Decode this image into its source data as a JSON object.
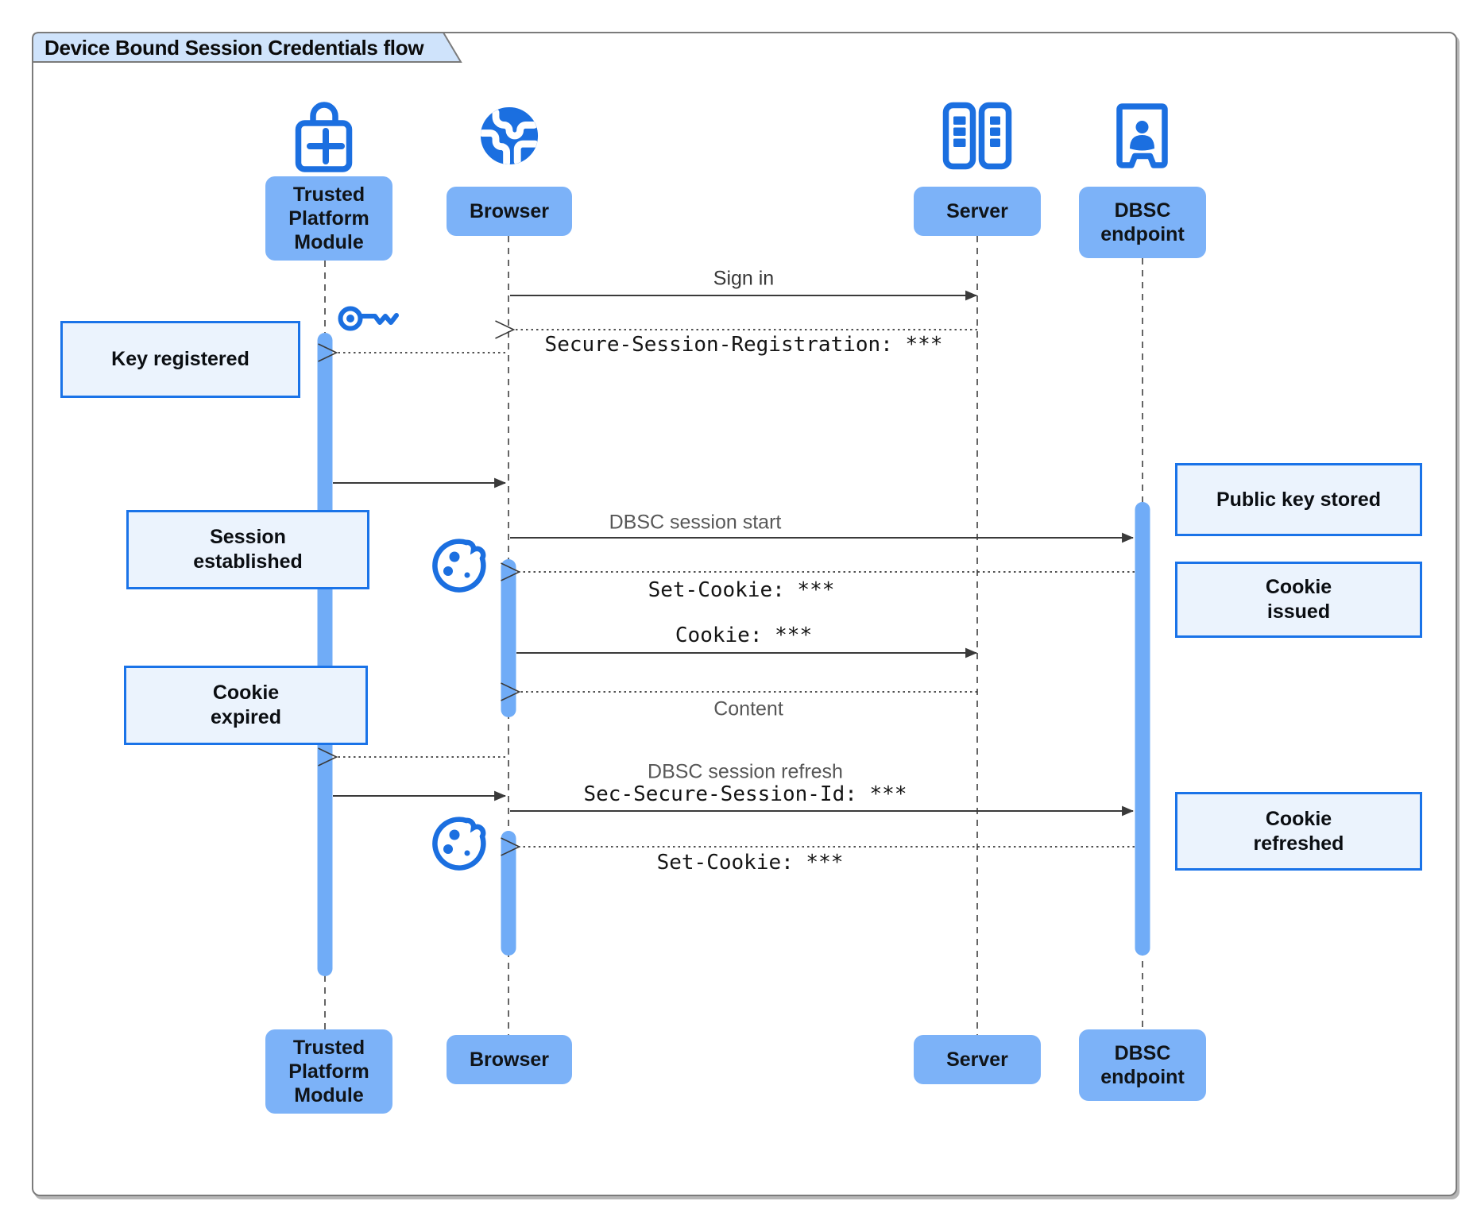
{
  "title": "Device Bound Session Credentials flow",
  "participants": {
    "tpm": {
      "label": "Trusted\nPlatform\nModule",
      "icon": "lock-plus-icon"
    },
    "browser": {
      "label": "Browser",
      "icon": "globe-icon"
    },
    "server": {
      "label": "Server",
      "icon": "server-racks-icon"
    },
    "dbsc": {
      "label": "DBSC\nendpoint",
      "icon": "person-booth-icon"
    }
  },
  "messages": {
    "sign_in": "Sign in",
    "secure_session_registration": "Secure-Session-Registration: ***",
    "dbsc_session_start": "DBSC session start",
    "set_cookie_1": "Set-Cookie: ***",
    "cookie": "Cookie: ***",
    "content": "Content",
    "dbsc_session_refresh": "DBSC session refresh",
    "sec_secure_session_id": "Sec-Secure-Session-Id: ***",
    "set_cookie_2": "Set-Cookie: ***"
  },
  "notes": {
    "key_registered": "Key registered",
    "session_established": "Session\nestablished",
    "cookie_expired": "Cookie\nexpired",
    "public_key_stored": "Public key stored",
    "cookie_issued": "Cookie\nissued",
    "cookie_refreshed": "Cookie\nrefreshed"
  },
  "colors": {
    "accent": "#1A73E8",
    "icon_blue": "#1B6FE0",
    "participant_fill": "#7CB2F8",
    "activation_fill": "#70ACF7",
    "note_fill": "#EBF3FD",
    "note_border": "#1A73E8",
    "title_fill": "#CFE3FB",
    "frame_border": "#7B7B7B",
    "arrow": "#3A3A3A"
  }
}
